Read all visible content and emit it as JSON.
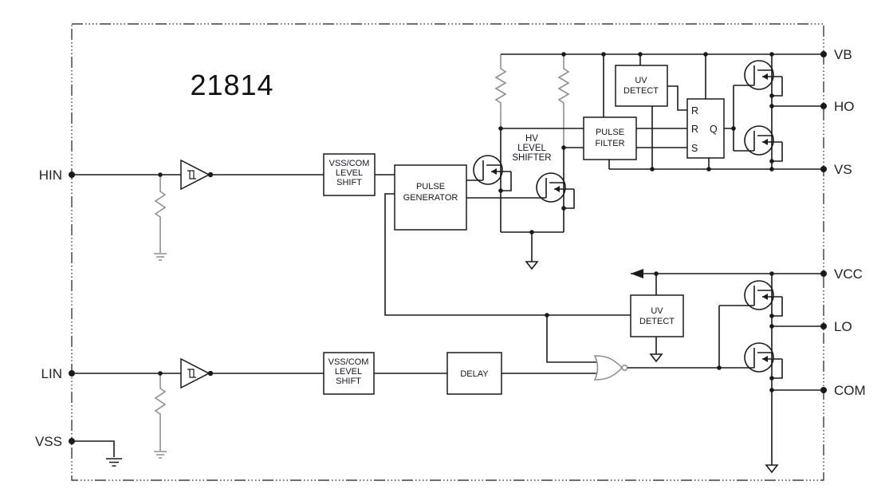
{
  "title": "21814",
  "pins": {
    "left": [
      {
        "name": "HIN"
      },
      {
        "name": "LIN"
      },
      {
        "name": "VSS"
      }
    ],
    "right": [
      {
        "name": "VB"
      },
      {
        "name": "HO"
      },
      {
        "name": "VS"
      },
      {
        "name": "VCC"
      },
      {
        "name": "LO"
      },
      {
        "name": "COM"
      }
    ]
  },
  "blocks": {
    "level_shift_high": {
      "lines": [
        "VSS/COM",
        "LEVEL",
        "SHIFT"
      ]
    },
    "pulse_generator": {
      "lines": [
        "PULSE",
        "GENERATOR"
      ]
    },
    "hv_level_shifter": {
      "lines": [
        "HV",
        "LEVEL",
        "SHIFTER"
      ]
    },
    "pulse_filter": {
      "lines": [
        "PULSE",
        "FILTER"
      ]
    },
    "uv_detect_high": {
      "lines": [
        "UV",
        "DETECT"
      ]
    },
    "latch": {
      "inputs": [
        "R",
        "R",
        "S"
      ],
      "output": "Q"
    },
    "uv_detect_low": {
      "lines": [
        "UV",
        "DETECT"
      ]
    },
    "level_shift_low": {
      "lines": [
        "VSS/COM",
        "LEVEL",
        "SHIFT"
      ]
    },
    "delay": {
      "label": "DELAY"
    }
  },
  "colors": {
    "wire": "#1a1a1a",
    "component_gray": "#8f8f8f",
    "text": "#15151f",
    "background": "#ffffff"
  }
}
